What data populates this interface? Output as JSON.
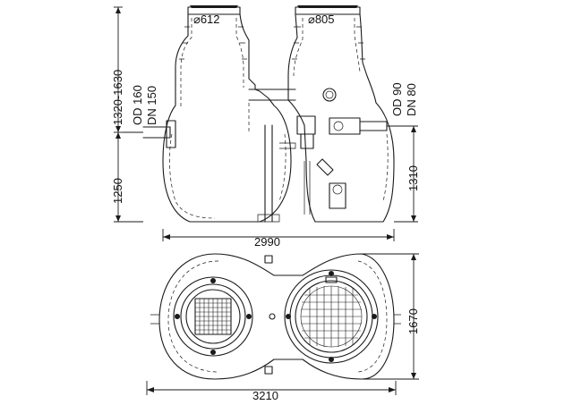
{
  "dimensions": {
    "cover_diameter_left": "612",
    "cover_diameter_right": "805",
    "inlet_depth_range": "1320-1630",
    "inlet_od": "OD 160",
    "inlet_dn": "DN 150",
    "inlet_height": "1250",
    "outlet_od": "OD 90",
    "outlet_dn": "DN 80",
    "outlet_height": "1310",
    "side_view_length": "2990",
    "plan_view_width": "1670",
    "plan_view_length": "3210"
  },
  "symbols": {
    "diameter_symbol": "⌀"
  }
}
